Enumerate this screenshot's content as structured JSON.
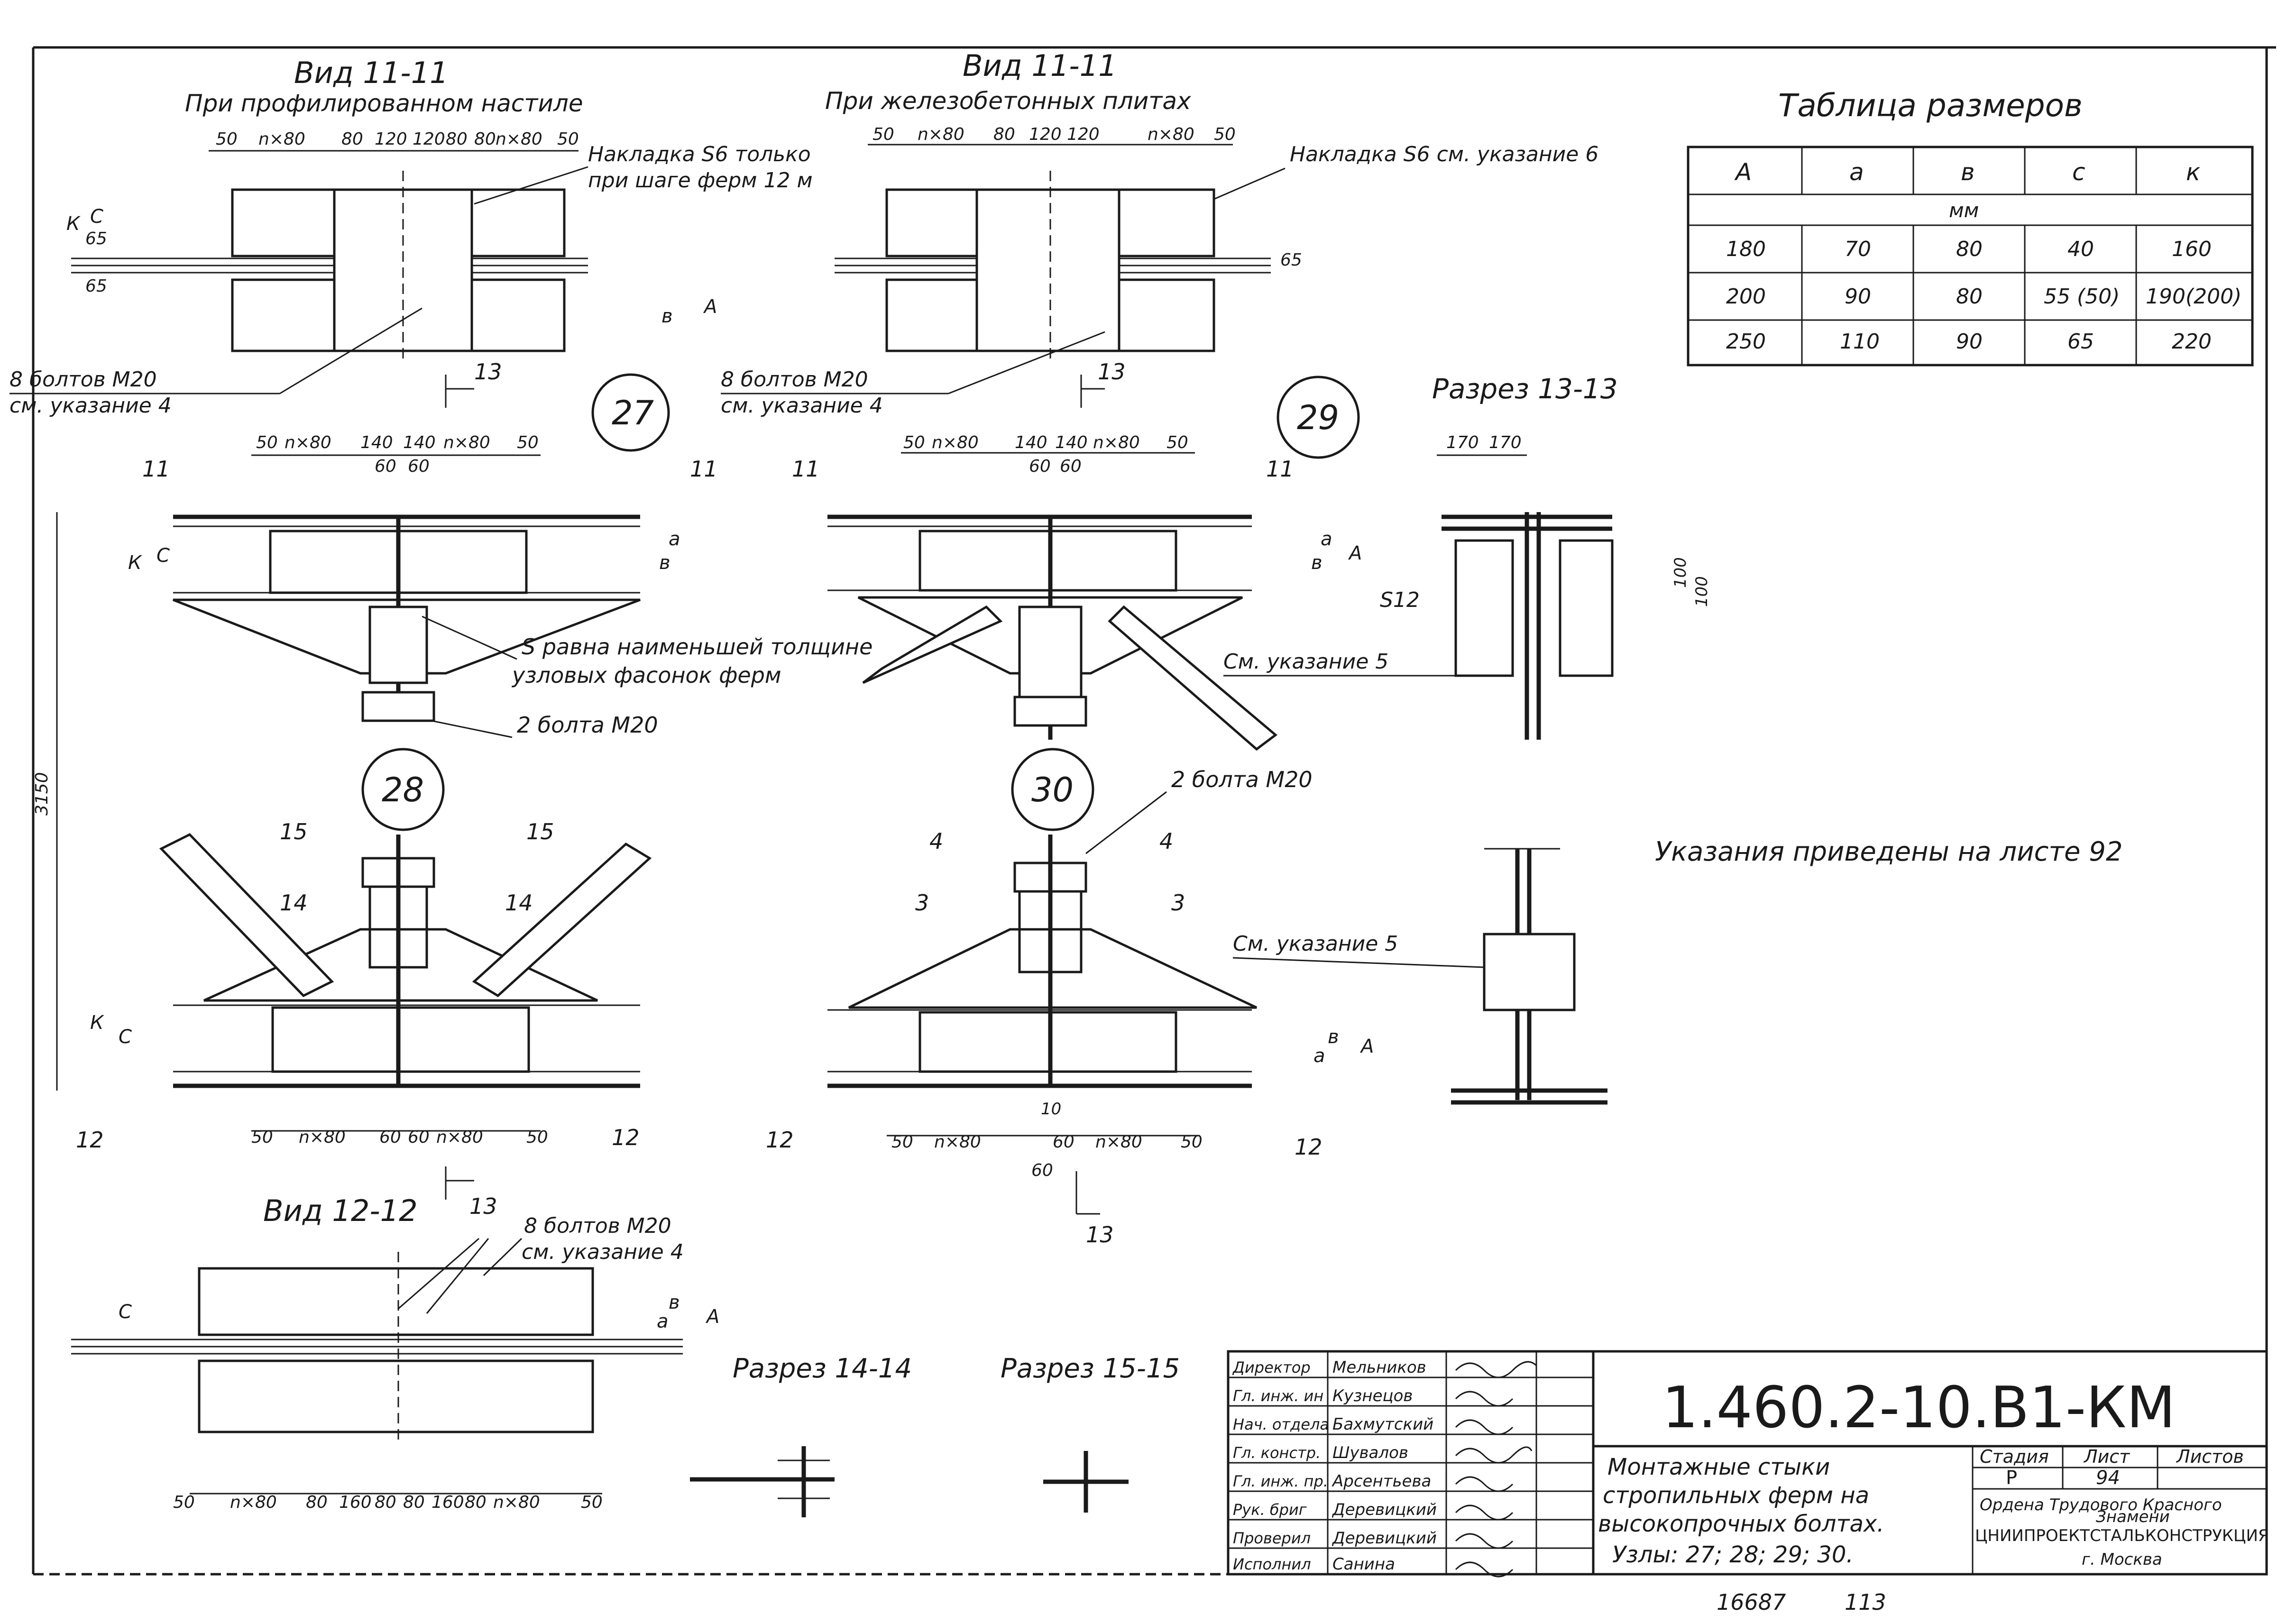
{
  "views": {
    "v1_title": "Вид 11-11",
    "v1_sub": "При профилированном настиле",
    "v2_title": "Вид 11-11",
    "v2_sub": "При железобетонных плитах",
    "v3_title": "Вид 12-12"
  },
  "sections": {
    "s1313": "Разрез 13-13",
    "s1414": "Разрез 14-14",
    "s1515": "Разрез 15-15"
  },
  "nodes": [
    "27",
    "28",
    "29",
    "30"
  ],
  "notes": {
    "nakl1a": "Накладка S6 только",
    "nakl1b": "при шаге ферм 12 м",
    "nakl2": "Накладка S6 см. указание 6",
    "bolts8a": "8 болтов M20",
    "bolts8b": "см. указание 4",
    "s_equal_a": "S равна наименьшей толщине",
    "s_equal_b": "узловых фасонок ферм",
    "bolts2": "2 болта M20",
    "see5": "См. указание 5",
    "s12": "S12",
    "general": "Указания приведены на листе 92"
  },
  "dims": {
    "d50": "50",
    "dn80": "n×80",
    "d80": "80",
    "d120": "120",
    "d10": "10",
    "d140": "140",
    "d60": "60",
    "d160": "160",
    "d170": "170",
    "d100": "100",
    "d65": "65",
    "d3150": "3150",
    "dK": "К",
    "dC": "С",
    "da": "а",
    "dv": "в",
    "dA": "А"
  },
  "cuts": {
    "c11": "11",
    "c12": "12",
    "c13": "13",
    "c14": "14",
    "c15": "15",
    "c3": "3",
    "c4": "4"
  },
  "table": {
    "title": "Таблица размеров",
    "headers": [
      "А",
      "а",
      "в",
      "с",
      "к"
    ],
    "unit": "мм",
    "rows": [
      [
        "180",
        "70",
        "80",
        "40",
        "160"
      ],
      [
        "200",
        "90",
        "80",
        "55 (50)",
        "190(200)"
      ],
      [
        "250",
        "110",
        "90",
        "65",
        "220"
      ]
    ]
  },
  "title_block": {
    "code": "1.460.2-10.В1-КМ",
    "desc": [
      "Монтажные стыки",
      "стропильных ферм на",
      "высокопрочных болтах.",
      "Узлы: 27; 28; 29; 30."
    ],
    "roles": [
      "Директор",
      "Гл. инж. ин",
      "Нач. отдела",
      "Гл. констр.",
      "Гл. инж. пр.",
      "Рук. бриг",
      "Проверил",
      "Исполнил"
    ],
    "names": [
      "Мельников",
      "Кузнецов",
      "Бахмутский",
      "Шувалов",
      "Арсентьева",
      "Деревицкий",
      "Деревицкий",
      "Санина"
    ],
    "stage_hdr": "Стадия",
    "sheet_hdr": "Лист",
    "sheets_hdr": "Листов",
    "stage": "Р",
    "sheet": "94",
    "org": [
      "Ордена Трудового Красного",
      "Знамени",
      "ЦНИИПРОЕКТСТАЛЬКОНСТРУКЦИЯ",
      "г. Москва"
    ]
  },
  "footer": {
    "inv": "16687",
    "page": "113"
  }
}
